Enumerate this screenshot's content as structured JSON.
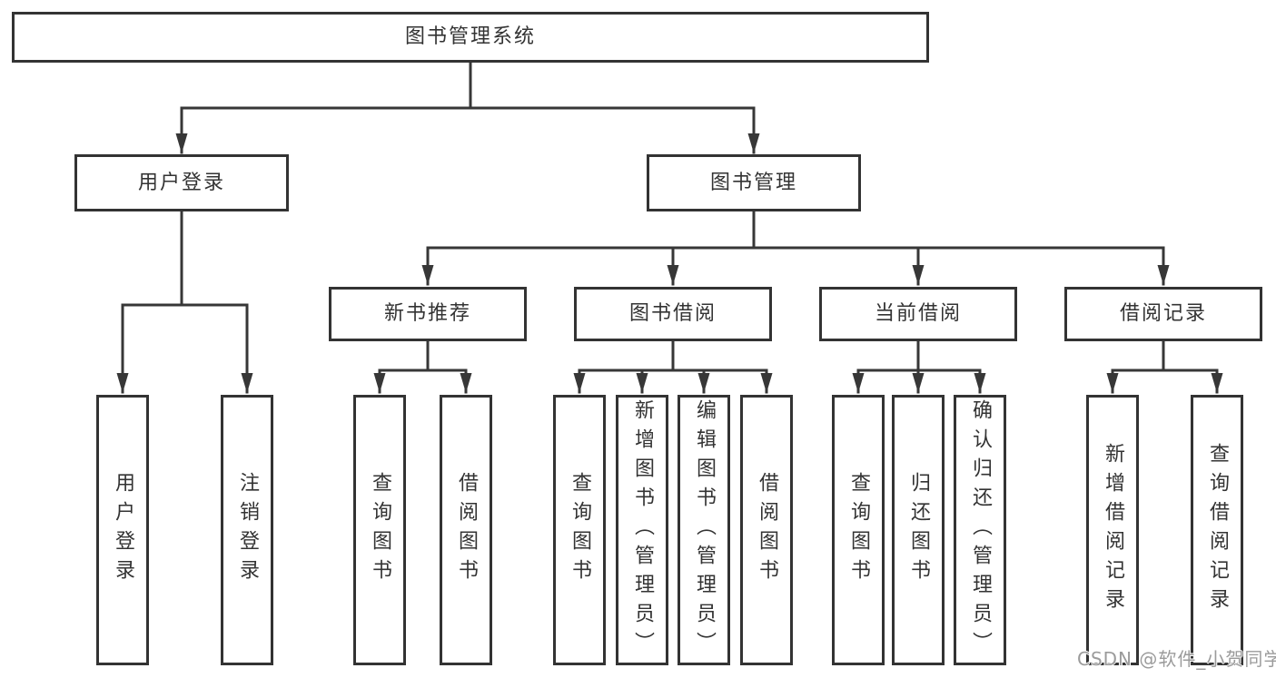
{
  "tree": {
    "root": {
      "label": "图书管理系统"
    },
    "branches": [
      {
        "label": "用户登录",
        "children": [
          {
            "label": "用户登录"
          },
          {
            "label": "注销登录"
          }
        ]
      },
      {
        "label": "图书管理",
        "children": [
          {
            "label": "新书推荐",
            "children": [
              {
                "label": "查询图书"
              },
              {
                "label": "借阅图书"
              }
            ]
          },
          {
            "label": "图书借阅",
            "children": [
              {
                "label": "查询图书"
              },
              {
                "label": "新增图书（管理员）"
              },
              {
                "label": "编辑图书（管理员）"
              },
              {
                "label": "借阅图书"
              }
            ]
          },
          {
            "label": "当前借阅",
            "children": [
              {
                "label": "查询图书"
              },
              {
                "label": "归还图书"
              },
              {
                "label": "确认归还（管理员）"
              }
            ]
          },
          {
            "label": "借阅记录",
            "children": [
              {
                "label": "新增借阅记录"
              },
              {
                "label": "查询借阅记录"
              }
            ]
          }
        ]
      }
    ]
  },
  "watermark": {
    "text": "CSDN @软件_小贺同学"
  },
  "colors": {
    "line": "#373737",
    "box_border": "#333333",
    "box_fill": "#ffffff",
    "text": "#333333",
    "watermark": "#9b9b9b",
    "background": "#ffffff"
  }
}
